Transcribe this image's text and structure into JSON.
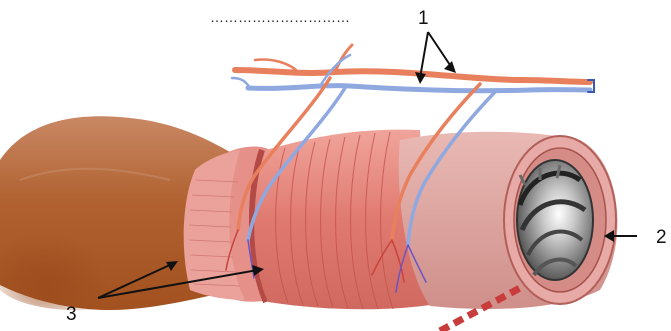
{
  "title_blank": "…………………………",
  "labels": {
    "label_1": "1",
    "label_2": "2",
    "label_3": "3"
  },
  "colors": {
    "outer_tissue": "#b5643c",
    "muscle": "#e0827a",
    "muscle_dark": "#c5544e",
    "mucosa": "#dba3a1",
    "lumen": "#6d6d6d",
    "artery": "#e8805e",
    "vein": "#8fa9e0",
    "marker": "#c83c3c"
  }
}
